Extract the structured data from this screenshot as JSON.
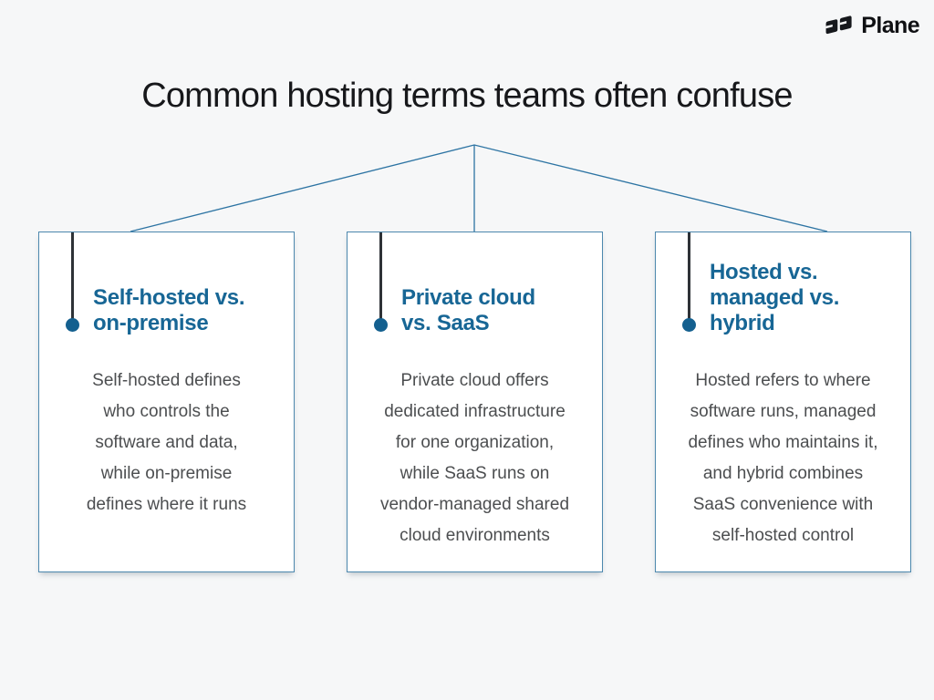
{
  "logo": {
    "text": "Plane",
    "mark_icon": "plane-logo-icon"
  },
  "title": "Common hosting terms teams often confuse",
  "colors": {
    "background": "#f6f7f8",
    "accent_heading_blue": "#176695",
    "dot_blue": "#14608f",
    "connector_blue": "#2d74a3",
    "card_border_blue": "#4d88ae",
    "pin_line_dark": "#2e3237",
    "body_text_gray": "#4c4e50",
    "title_text": "#17181b"
  },
  "cards": [
    {
      "heading": [
        "Self-hosted vs.",
        "on-premise"
      ],
      "body": [
        "Self-hosted defines",
        "who controls the",
        "software and data,",
        "while on-premise",
        "defines where it runs"
      ]
    },
    {
      "heading": [
        "Private cloud",
        "vs. SaaS"
      ],
      "body": [
        "Private cloud offers",
        "dedicated infrastructure",
        "for one organization,",
        "while SaaS runs on",
        "vendor-managed shared",
        "cloud environments"
      ]
    },
    {
      "heading": [
        "Hosted vs.",
        "managed vs.",
        "hybrid"
      ],
      "body": [
        "Hosted refers to where",
        "software runs, managed",
        "defines who maintains it,",
        "and hybrid combines",
        "SaaS convenience with",
        "self-hosted control"
      ]
    }
  ]
}
